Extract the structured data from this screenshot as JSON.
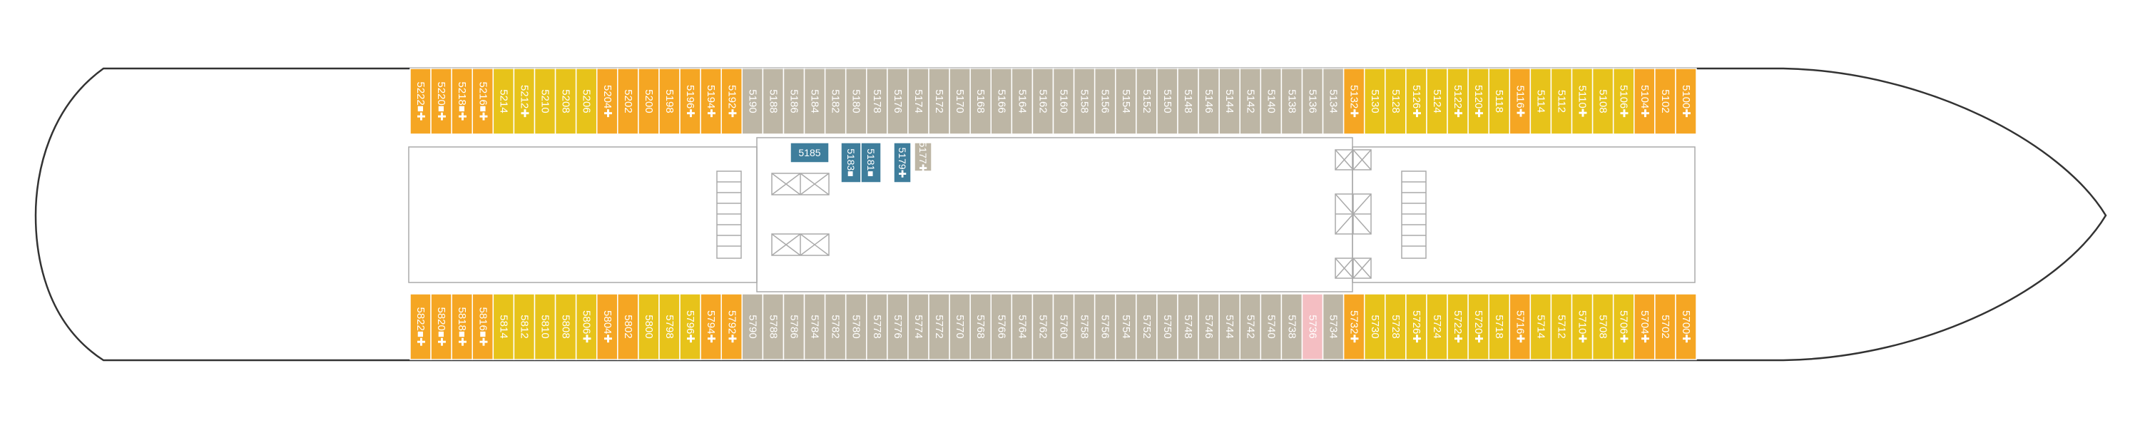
{
  "colors": {
    "orange": "#F5A623",
    "yellow": "#E7C31A",
    "gray": "#BDB6A5",
    "blue": "#3F7E9C",
    "pink": "#F4BEC2",
    "hull": "#333333",
    "structure": "#aaaaaa",
    "text": "#ffffff"
  },
  "top_row": [
    {
      "label": "5222■✚",
      "color": "orange"
    },
    {
      "label": "5220■✚",
      "color": "orange"
    },
    {
      "label": "5218■✚",
      "color": "orange"
    },
    {
      "label": "5216■✚",
      "color": "orange"
    },
    {
      "label": "5214",
      "color": "yellow"
    },
    {
      "label": "5212✚",
      "color": "yellow"
    },
    {
      "label": "5210",
      "color": "yellow"
    },
    {
      "label": "5208",
      "color": "yellow"
    },
    {
      "label": "5206",
      "color": "yellow"
    },
    {
      "label": "5204✚",
      "color": "orange"
    },
    {
      "label": "5202",
      "color": "orange"
    },
    {
      "label": "5200",
      "color": "orange"
    },
    {
      "label": "5198",
      "color": "orange"
    },
    {
      "label": "5196✚",
      "color": "orange"
    },
    {
      "label": "5194✚",
      "color": "orange"
    },
    {
      "label": "5192✚",
      "color": "orange"
    },
    {
      "label": "5190",
      "color": "gray"
    },
    {
      "label": "5188",
      "color": "gray"
    },
    {
      "label": "5186",
      "color": "gray"
    },
    {
      "label": "5184",
      "color": "gray"
    },
    {
      "label": "5182",
      "color": "gray"
    },
    {
      "label": "5180",
      "color": "gray"
    },
    {
      "label": "5178",
      "color": "gray"
    },
    {
      "label": "5176",
      "color": "gray"
    },
    {
      "label": "5174",
      "color": "gray"
    },
    {
      "label": "5172",
      "color": "gray"
    },
    {
      "label": "5170",
      "color": "gray"
    },
    {
      "label": "5168",
      "color": "gray"
    },
    {
      "label": "5166",
      "color": "gray"
    },
    {
      "label": "5164",
      "color": "gray"
    },
    {
      "label": "5162",
      "color": "gray"
    },
    {
      "label": "5160",
      "color": "gray"
    },
    {
      "label": "5158",
      "color": "gray"
    },
    {
      "label": "5156",
      "color": "gray"
    },
    {
      "label": "5154",
      "color": "gray"
    },
    {
      "label": "5152",
      "color": "gray"
    },
    {
      "label": "5150",
      "color": "gray"
    },
    {
      "label": "5148",
      "color": "gray"
    },
    {
      "label": "5146",
      "color": "gray"
    },
    {
      "label": "5144",
      "color": "gray"
    },
    {
      "label": "5142",
      "color": "gray"
    },
    {
      "label": "5140",
      "color": "gray"
    },
    {
      "label": "5138",
      "color": "gray"
    },
    {
      "label": "5136",
      "color": "gray"
    },
    {
      "label": "5134",
      "color": "gray"
    },
    {
      "label": "5132✚",
      "color": "orange"
    },
    {
      "label": "5130",
      "color": "yellow"
    },
    {
      "label": "5128",
      "color": "yellow"
    },
    {
      "label": "5126✚",
      "color": "yellow"
    },
    {
      "label": "5124",
      "color": "yellow"
    },
    {
      "label": "5122✚",
      "color": "yellow"
    },
    {
      "label": "5120✚",
      "color": "yellow"
    },
    {
      "label": "5118",
      "color": "yellow"
    },
    {
      "label": "5116✚",
      "color": "orange"
    },
    {
      "label": "5114",
      "color": "yellow"
    },
    {
      "label": "5112",
      "color": "yellow"
    },
    {
      "label": "5110✚",
      "color": "yellow"
    },
    {
      "label": "5108",
      "color": "yellow"
    },
    {
      "label": "5106✚",
      "color": "yellow"
    },
    {
      "label": "5104✚",
      "color": "orange"
    },
    {
      "label": "5102",
      "color": "orange"
    },
    {
      "label": "5100✚",
      "color": "orange"
    }
  ],
  "bottom_row": [
    {
      "label": "5822■✚",
      "color": "orange"
    },
    {
      "label": "5820■✚",
      "color": "orange"
    },
    {
      "label": "5818■✚",
      "color": "orange"
    },
    {
      "label": "5816■✚",
      "color": "orange"
    },
    {
      "label": "5814",
      "color": "yellow"
    },
    {
      "label": "5812",
      "color": "yellow"
    },
    {
      "label": "5810",
      "color": "yellow"
    },
    {
      "label": "5808",
      "color": "yellow"
    },
    {
      "label": "5806✚",
      "color": "yellow"
    },
    {
      "label": "5804✚",
      "color": "orange"
    },
    {
      "label": "5802",
      "color": "orange"
    },
    {
      "label": "5800",
      "color": "yellow"
    },
    {
      "label": "5798",
      "color": "yellow"
    },
    {
      "label": "5796✚",
      "color": "yellow"
    },
    {
      "label": "5794✚",
      "color": "orange"
    },
    {
      "label": "5792✚",
      "color": "orange"
    },
    {
      "label": "5790",
      "color": "gray"
    },
    {
      "label": "5788",
      "color": "gray"
    },
    {
      "label": "5786",
      "color": "gray"
    },
    {
      "label": "5784",
      "color": "gray"
    },
    {
      "label": "5782",
      "color": "gray"
    },
    {
      "label": "5780",
      "color": "gray"
    },
    {
      "label": "5778",
      "color": "gray"
    },
    {
      "label": "5776",
      "color": "gray"
    },
    {
      "label": "5774",
      "color": "gray"
    },
    {
      "label": "5772",
      "color": "gray"
    },
    {
      "label": "5770",
      "color": "gray"
    },
    {
      "label": "5768",
      "color": "gray"
    },
    {
      "label": "5766",
      "color": "gray"
    },
    {
      "label": "5764",
      "color": "gray"
    },
    {
      "label": "5762",
      "color": "gray"
    },
    {
      "label": "5760",
      "color": "gray"
    },
    {
      "label": "5758",
      "color": "gray"
    },
    {
      "label": "5756",
      "color": "gray"
    },
    {
      "label": "5754",
      "color": "gray"
    },
    {
      "label": "5752",
      "color": "gray"
    },
    {
      "label": "5750",
      "color": "gray"
    },
    {
      "label": "5748",
      "color": "gray"
    },
    {
      "label": "5746",
      "color": "gray"
    },
    {
      "label": "5744",
      "color": "gray"
    },
    {
      "label": "5742",
      "color": "gray"
    },
    {
      "label": "5740",
      "color": "gray"
    },
    {
      "label": "5738",
      "color": "gray"
    },
    {
      "label": "5736",
      "color": "pink"
    },
    {
      "label": "5734",
      "color": "gray"
    },
    {
      "label": "5732✚",
      "color": "orange"
    },
    {
      "label": "5730",
      "color": "yellow"
    },
    {
      "label": "5728",
      "color": "yellow"
    },
    {
      "label": "5726✚",
      "color": "yellow"
    },
    {
      "label": "5724",
      "color": "yellow"
    },
    {
      "label": "5722✚",
      "color": "yellow"
    },
    {
      "label": "5720✚",
      "color": "yellow"
    },
    {
      "label": "5718",
      "color": "yellow"
    },
    {
      "label": "5716✚",
      "color": "orange"
    },
    {
      "label": "5714",
      "color": "yellow"
    },
    {
      "label": "5712",
      "color": "yellow"
    },
    {
      "label": "5710✚",
      "color": "yellow"
    },
    {
      "label": "5708",
      "color": "yellow"
    },
    {
      "label": "5706✚",
      "color": "yellow"
    },
    {
      "label": "5704✚",
      "color": "orange"
    },
    {
      "label": "5702",
      "color": "orange"
    },
    {
      "label": "5700✚",
      "color": "orange"
    }
  ],
  "inner_cabins": [
    {
      "label": "5185",
      "color": "blue"
    },
    {
      "label": "5183■",
      "color": "blue"
    },
    {
      "label": "5181■",
      "color": "blue"
    },
    {
      "label": "5179✚",
      "color": "blue"
    },
    {
      "label": "5177✚",
      "color": "gray"
    }
  ]
}
